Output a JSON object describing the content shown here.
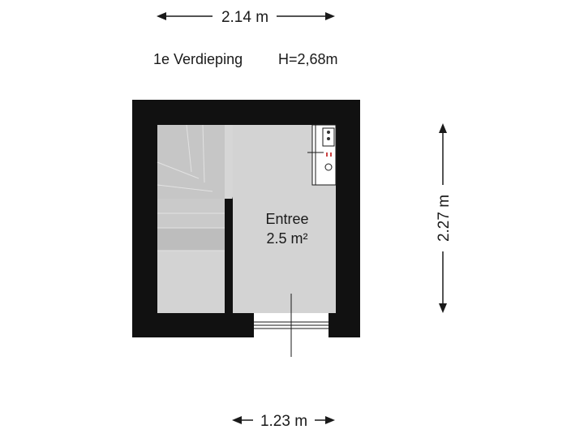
{
  "floor": {
    "name": "1e Verdieping",
    "height": "H=2,68m"
  },
  "dimensions": {
    "top_width": "2.14 m",
    "right_height": "2.27 m",
    "bottom_width": "1.23 m"
  },
  "rooms": [
    {
      "name": "Entree",
      "area": "2.5 m²"
    }
  ],
  "colors": {
    "wall": "#111111",
    "floor": "#d3d3d3",
    "stair": "#c7c7c7",
    "stair_dark": "#b7b7b7",
    "line": "#1a1a1a"
  }
}
